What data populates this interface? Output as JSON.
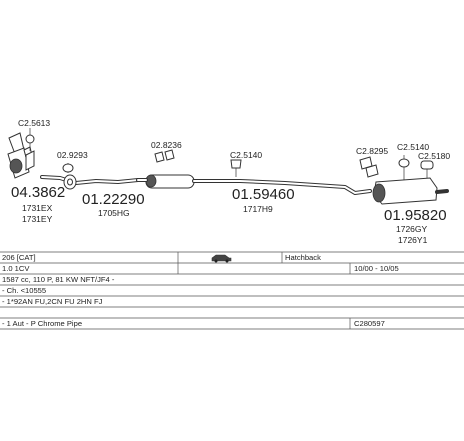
{
  "parts": {
    "cat": {
      "number": "04.3862",
      "refs": [
        "1731EX",
        "1731EY"
      ],
      "fitting": "C2.5613"
    },
    "front_pipe": {
      "number": "01.22290",
      "refs": [
        "1705HG"
      ],
      "fitting": "02.9293"
    },
    "middle": {
      "fitting": "02.8236"
    },
    "center_pipe": {
      "number": "01.59460",
      "refs": [
        "1717H9"
      ],
      "fitting": "C2.5140"
    },
    "rear": {
      "number": "01.95820",
      "refs": [
        "1726GY",
        "1726Y1"
      ],
      "fittings": [
        "C2.8295",
        "C2.5140",
        "C2.5180"
      ]
    }
  },
  "table": {
    "rows": [
      {
        "cells": [
          "206 [CAT]",
          "",
          "Hatchback"
        ]
      },
      {
        "cells": [
          "1.0 1CV",
          "",
          "10/00 - 10/05"
        ]
      },
      {
        "cells": [
          "1587 cc, 110 P, 81 KW NFT/JF4 -"
        ]
      },
      {
        "cells": [
          "- Ch. <10555"
        ]
      },
      {
        "cells": [
          "- 1*92AN FU,2CN FU 2HN FJ"
        ]
      },
      {
        "cells": [
          "- 1 Aut - P Chrome Pipe",
          "C280597"
        ]
      }
    ]
  }
}
